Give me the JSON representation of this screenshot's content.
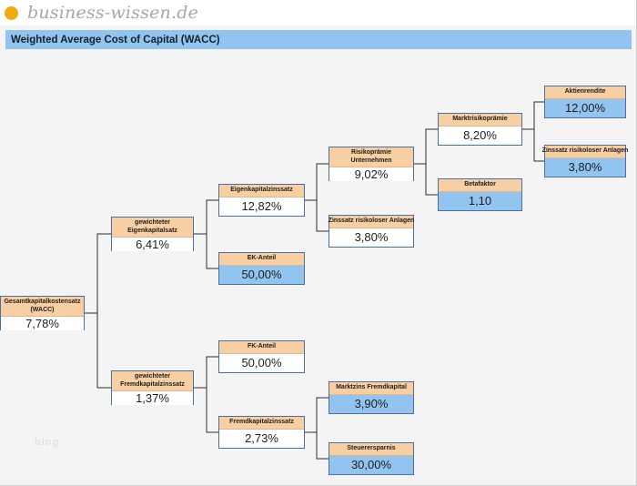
{
  "brand": {
    "logo_dot": "orange-dot-icon",
    "name": "business-wissen.de"
  },
  "title": {
    "text": "Weighted Average Cost of Capital (WACC)",
    "band_color": "#92c4f0"
  },
  "watermark": {
    "text": "blog"
  },
  "palette": {
    "header_fill": "#f7cfa2",
    "value_white": "#ffffff",
    "value_blue": "#92c4f0",
    "border": "#4a6fa5",
    "connector": "#2b2b2b",
    "page_bg": "#f4f4f4"
  },
  "diagram": {
    "type": "tree",
    "nodes": [
      {
        "id": "wacc",
        "label_line1": "Gesamtkapitalkostensatz",
        "label_line2": "(WACC)",
        "value": "7,78%",
        "fill": "white"
      },
      {
        "id": "gew-ek",
        "label_line1": "gewichteter",
        "label_line2": "Eigenkapitalsatz",
        "value": "6,41%",
        "fill": "white"
      },
      {
        "id": "gew-fk",
        "label_line1": "gewichteter",
        "label_line2": "Fremdkapitalzinssatz",
        "value": "1,37%",
        "fill": "white"
      },
      {
        "id": "ek-zins",
        "label_line1": "Eigenkapitalzinssatz",
        "label_line2": "",
        "value": "12,82%",
        "fill": "white"
      },
      {
        "id": "ek-anteil",
        "label_line1": "EK-Anteil",
        "label_line2": "",
        "value": "50,00%",
        "fill": "blue"
      },
      {
        "id": "fk-anteil",
        "label_line1": "FK-Anteil",
        "label_line2": "",
        "value": "50,00%",
        "fill": "white"
      },
      {
        "id": "fk-zins",
        "label_line1": "Fremdkapitalzinssatz",
        "label_line2": "",
        "value": "2,73%",
        "fill": "white"
      },
      {
        "id": "risikopraemie",
        "label_line1": "Risikoprämie",
        "label_line2": "Unternehmen",
        "value": "9,02%",
        "fill": "white"
      },
      {
        "id": "zins-risikolos-1",
        "label_line1": "Zinssatz risikoloser Anlagen",
        "label_line2": "",
        "value": "3,80%",
        "fill": "white"
      },
      {
        "id": "marktzins-fk",
        "label_line1": "Marktzins Fremdkapital",
        "label_line2": "",
        "value": "3,90%",
        "fill": "blue"
      },
      {
        "id": "steuerersparnis",
        "label_line1": "Steuerersparnis",
        "label_line2": "",
        "value": "30,00%",
        "fill": "blue"
      },
      {
        "id": "marktrisikopraemie",
        "label_line1": "Marktrisikoprämie",
        "label_line2": "",
        "value": "8,20%",
        "fill": "white"
      },
      {
        "id": "betafaktor",
        "label_line1": "Betafaktor",
        "label_line2": "",
        "value": "1,10",
        "fill": "blue"
      },
      {
        "id": "aktienrendite",
        "label_line1": "Aktienrendite",
        "label_line2": "",
        "value": "12,00%",
        "fill": "blue"
      },
      {
        "id": "zins-risikolos-2",
        "label_line1": "Zinssatz risikoloser Anlagen",
        "label_line2": "",
        "value": "3,80%",
        "fill": "blue"
      }
    ],
    "edges": [
      {
        "from": "wacc",
        "to": "gew-ek"
      },
      {
        "from": "wacc",
        "to": "gew-fk"
      },
      {
        "from": "gew-ek",
        "to": "ek-zins"
      },
      {
        "from": "gew-ek",
        "to": "ek-anteil"
      },
      {
        "from": "gew-fk",
        "to": "fk-anteil"
      },
      {
        "from": "gew-fk",
        "to": "fk-zins"
      },
      {
        "from": "ek-zins",
        "to": "risikopraemie"
      },
      {
        "from": "ek-zins",
        "to": "zins-risikolos-1"
      },
      {
        "from": "fk-zins",
        "to": "marktzins-fk"
      },
      {
        "from": "fk-zins",
        "to": "steuerersparnis"
      },
      {
        "from": "risikopraemie",
        "to": "marktrisikopraemie"
      },
      {
        "from": "risikopraemie",
        "to": "betafaktor"
      },
      {
        "from": "marktrisikopraemie",
        "to": "aktienrendite"
      },
      {
        "from": "marktrisikopraemie",
        "to": "zins-risikolos-2"
      }
    ]
  }
}
